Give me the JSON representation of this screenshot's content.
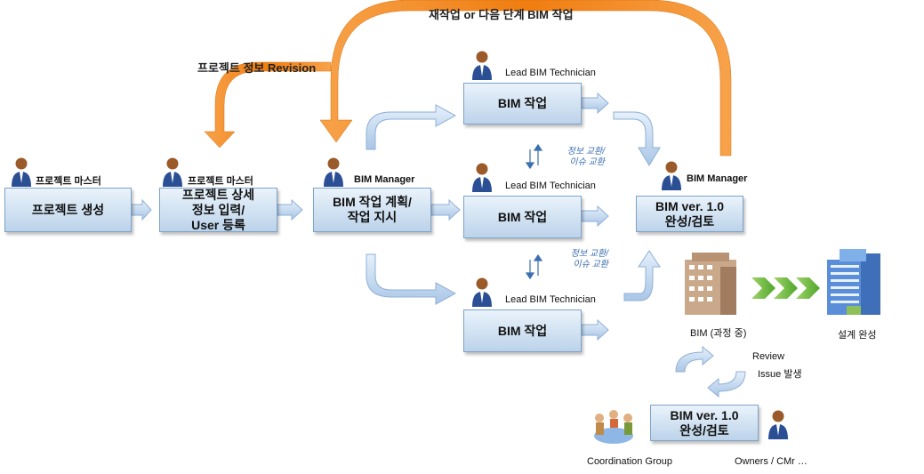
{
  "top_loop_label": "재작업 or 다음 단계 BIM 작업",
  "revision_label": "프로젝트 정보 Revision",
  "roles": {
    "pm1": "프로젝트 마스터",
    "pm2": "프로젝트 마스터",
    "bim_manager1": "BIM Manager",
    "tech1": "Lead BIM Technician",
    "tech2": "Lead BIM Technician",
    "tech3": "Lead BIM Technician",
    "bim_manager2": "BIM Manager"
  },
  "boxes": {
    "create": "프로젝트 생성",
    "detail": [
      "프로젝트 상세",
      "정보 입력/",
      "User 등록"
    ],
    "plan": [
      "BIM 작업 계획/",
      "작업 지시"
    ],
    "work1": "BIM 작업",
    "work2": "BIM 작업",
    "work3": "BIM 작업",
    "complete": [
      "BIM ver. 1.0",
      "완성/검토"
    ],
    "complete2": [
      "BIM ver. 1.0",
      "완성/검토"
    ]
  },
  "exchange1": [
    "정보 교환/",
    "이슈 교환"
  ],
  "exchange2": [
    "정보 교환/",
    "이슈 교환"
  ],
  "building_in_progress": "BIM (과정 중)",
  "building_done": "설계 완성",
  "review": "Review",
  "issue": "Issue 발생",
  "coordination_group": "Coordination Group",
  "owners": "Owners / CMr …"
}
